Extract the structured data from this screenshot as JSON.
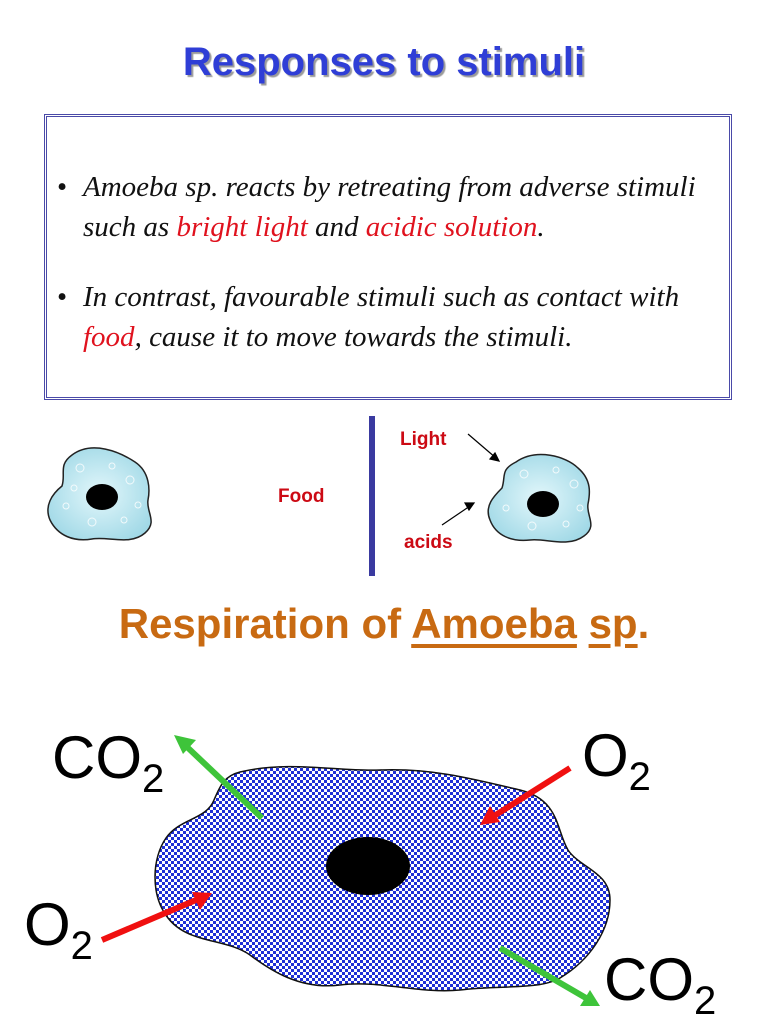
{
  "title": "Responses to stimuli",
  "bullets": {
    "b1_part1": "Amoeba sp. reacts by retreating from adverse stimuli such as ",
    "b1_red1": "bright light",
    "b1_part2": " and ",
    "b1_red2": "acidic solution",
    "b1_part3": ".",
    "b2_part1": "In contrast, favourable stimuli such as contact with ",
    "b2_red1": "food",
    "b2_part2": ", cause it to move towards the stimuli.",
    "bullet_char": "•"
  },
  "diagram": {
    "food_label": "Food",
    "light_label": "Light",
    "acids_label": "acids"
  },
  "respiration": {
    "title_part1": "Respiration of ",
    "title_amoeba": "Amoeba",
    "title_space": " ",
    "title_sp": "sp",
    "title_end": ".",
    "co2_main": "CO",
    "o2_main": "O",
    "subscript": "2"
  },
  "colors": {
    "title_blue": "#2f3ed6",
    "red_text": "#e0121e",
    "orange_title": "#c86a12",
    "arrow_red": "#f01010",
    "arrow_green": "#3ec43a",
    "cell_blue": "#1f2fd6",
    "amoeba_fill": "#b7e6f0"
  }
}
